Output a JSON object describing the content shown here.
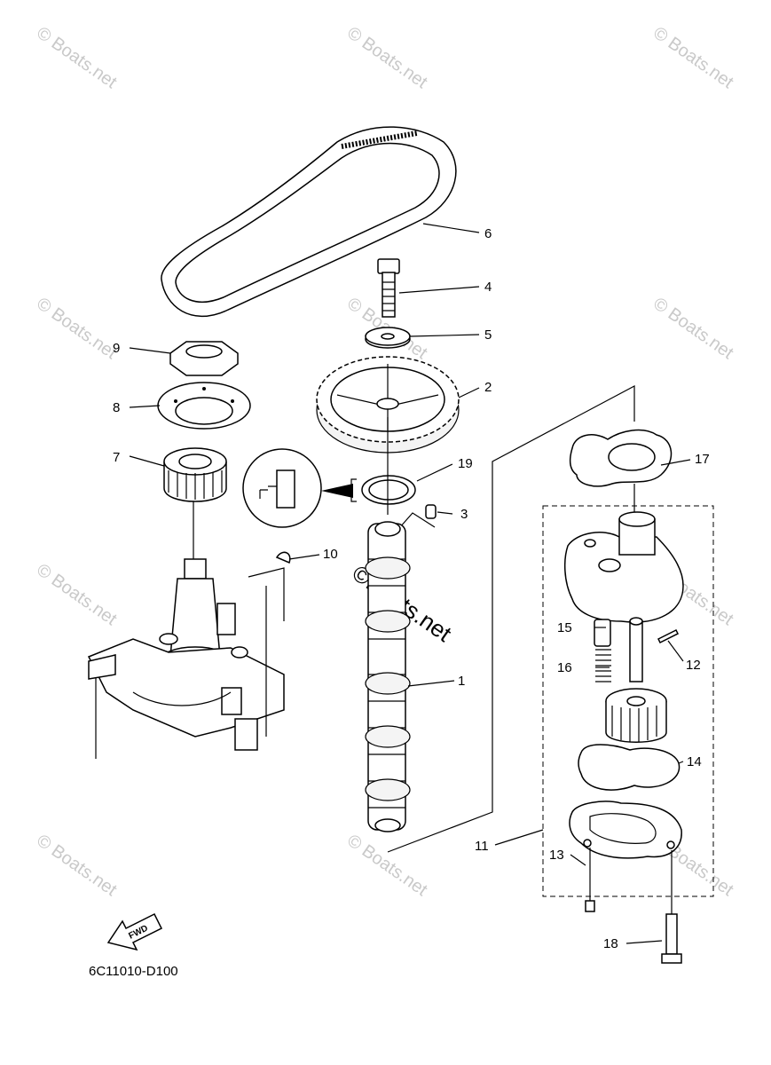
{
  "watermark": {
    "small_text": "© Boats.net",
    "big_text": "©Boats.net"
  },
  "diagram_code": "6C11010-D100",
  "fwd_label": "FWD",
  "callouts": [
    {
      "id": "1",
      "label": "1"
    },
    {
      "id": "2",
      "label": "2"
    },
    {
      "id": "3",
      "label": "3"
    },
    {
      "id": "4",
      "label": "4"
    },
    {
      "id": "5",
      "label": "5"
    },
    {
      "id": "6",
      "label": "6"
    },
    {
      "id": "7",
      "label": "7"
    },
    {
      "id": "8",
      "label": "8"
    },
    {
      "id": "9",
      "label": "9"
    },
    {
      "id": "10",
      "label": "10"
    },
    {
      "id": "11",
      "label": "11"
    },
    {
      "id": "12",
      "label": "12"
    },
    {
      "id": "13",
      "label": "13"
    },
    {
      "id": "14",
      "label": "14"
    },
    {
      "id": "15",
      "label": "15"
    },
    {
      "id": "16",
      "label": "16"
    },
    {
      "id": "17",
      "label": "17"
    },
    {
      "id": "18",
      "label": "18"
    },
    {
      "id": "19",
      "label": "19"
    }
  ]
}
